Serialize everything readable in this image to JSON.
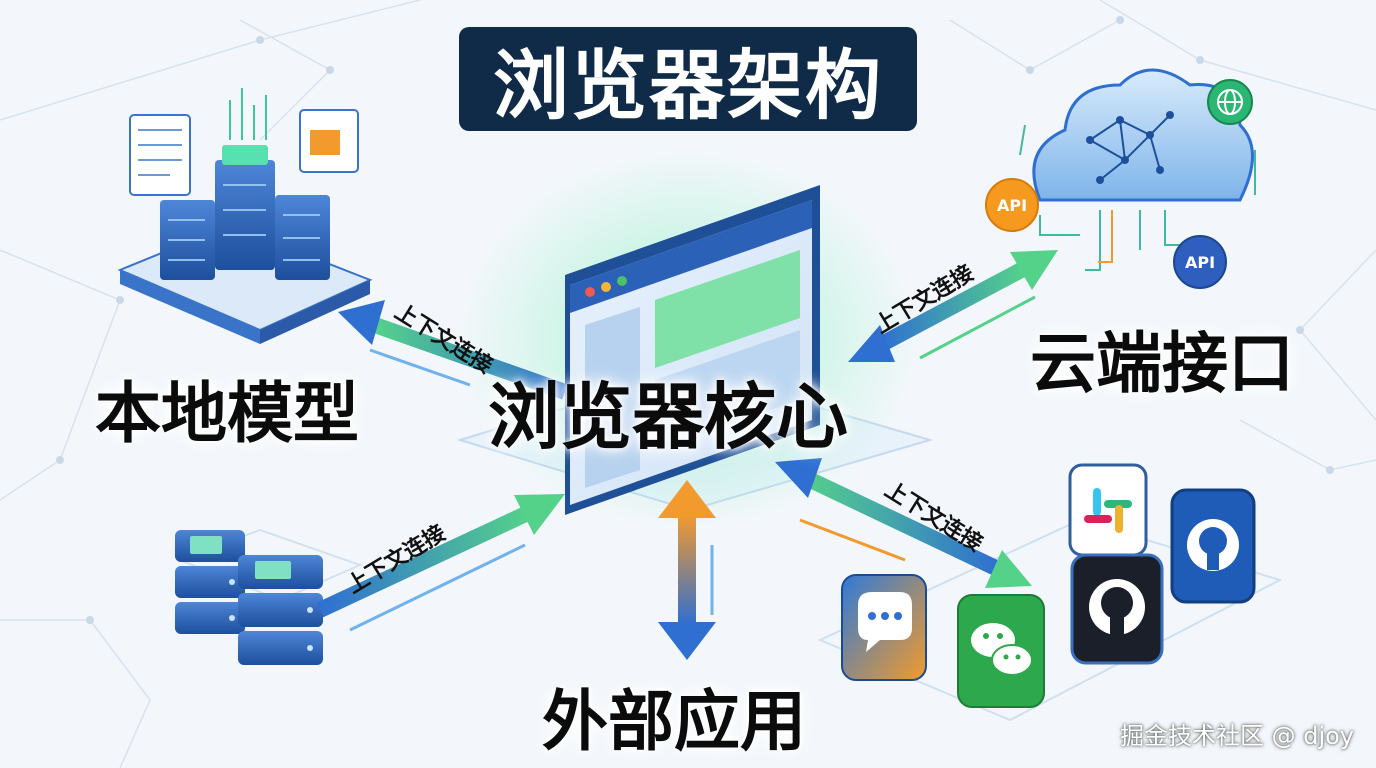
{
  "title": "浏览器架构",
  "nodes": {
    "core": "浏览器核心",
    "local_model": "本地模型",
    "cloud_api": "云端接口",
    "external_apps": "外部应用"
  },
  "connections": [
    {
      "label": "上下文连接"
    },
    {
      "label": "上下文连接"
    },
    {
      "label": "上下文连接"
    },
    {
      "label": "上下文连接"
    }
  ],
  "api_badges": [
    "API",
    "API"
  ],
  "watermark": "掘金技术社区 @ djoy",
  "colors": {
    "title_bg": "#0f2b47",
    "arrow_blue": "#2f6fd1",
    "arrow_green": "#55d28a",
    "arrow_orange": "#f29a2e",
    "api_orange": "#f59a1e",
    "api_blue": "#2e5fbf"
  },
  "icons": [
    "server-stack-icon",
    "cloud-network-icon",
    "globe-icon",
    "slack-icon",
    "github-icon",
    "chat-icon",
    "wechat-icon"
  ]
}
